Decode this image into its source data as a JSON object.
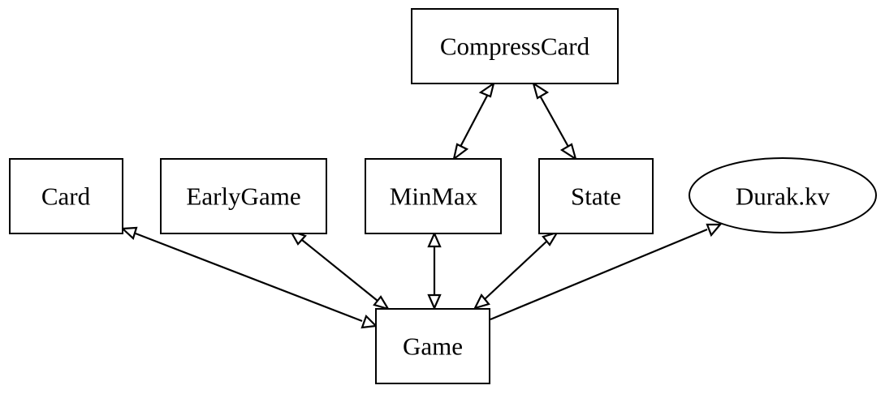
{
  "diagram": {
    "nodes": [
      {
        "id": "compresscard",
        "label": "CompressCard",
        "shape": "box"
      },
      {
        "id": "card",
        "label": "Card",
        "shape": "box"
      },
      {
        "id": "earlygame",
        "label": "EarlyGame",
        "shape": "box"
      },
      {
        "id": "minmax",
        "label": "MinMax",
        "shape": "box"
      },
      {
        "id": "state",
        "label": "State",
        "shape": "box"
      },
      {
        "id": "durakkv",
        "label": "Durak.kv",
        "shape": "ellipse"
      },
      {
        "id": "game",
        "label": "Game",
        "shape": "box"
      }
    ],
    "edges": [
      {
        "from": "compresscard",
        "to": "minmax",
        "direction": "both"
      },
      {
        "from": "compresscard",
        "to": "state",
        "direction": "both"
      },
      {
        "from": "card",
        "to": "game",
        "direction": "both"
      },
      {
        "from": "earlygame",
        "to": "game",
        "direction": "both"
      },
      {
        "from": "minmax",
        "to": "game",
        "direction": "both"
      },
      {
        "from": "state",
        "to": "game",
        "direction": "both"
      },
      {
        "from": "game",
        "to": "durakkv",
        "direction": "forward"
      }
    ]
  }
}
